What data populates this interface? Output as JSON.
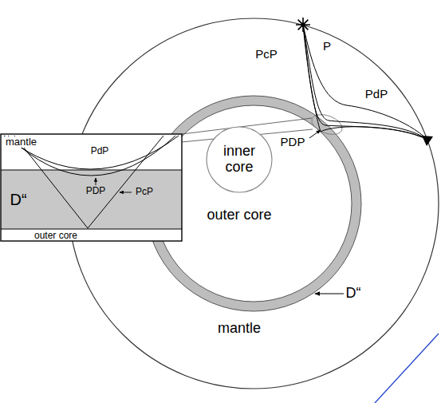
{
  "diagram": {
    "nodes": [
      {
        "text": [
          "inner core"
        ]
      }
    ],
    "labels": [
      "PcP",
      "P",
      "PdP",
      "PDP",
      "mantle",
      "PdP",
      "PDP",
      "PcP",
      "D“",
      "outer core",
      "outer core",
      "D“",
      "mantle"
    ]
  }
}
